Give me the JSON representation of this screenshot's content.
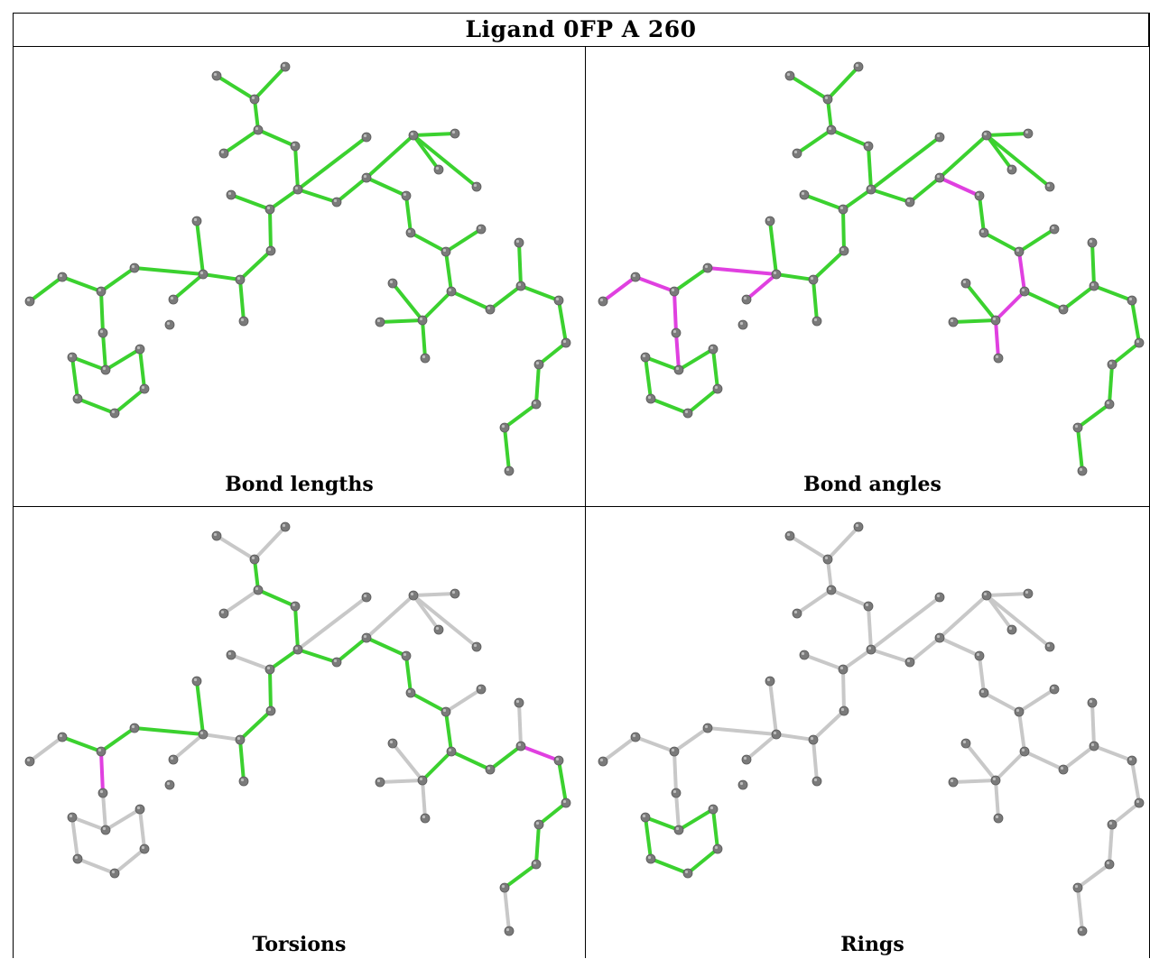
{
  "title": "Ligand 0FP A 260",
  "panels": [
    {
      "caption": "Bond lengths",
      "mode": "lengths"
    },
    {
      "caption": "Bond angles",
      "mode": "angles"
    },
    {
      "caption": "Torsions",
      "mode": "torsions"
    },
    {
      "caption": "Rings",
      "mode": "rings"
    }
  ],
  "colors": {
    "ok": "#3bd12f",
    "outlier": "#e040e0",
    "neutral": "#c8c8c8",
    "atom": "#7a7a7a"
  }
}
